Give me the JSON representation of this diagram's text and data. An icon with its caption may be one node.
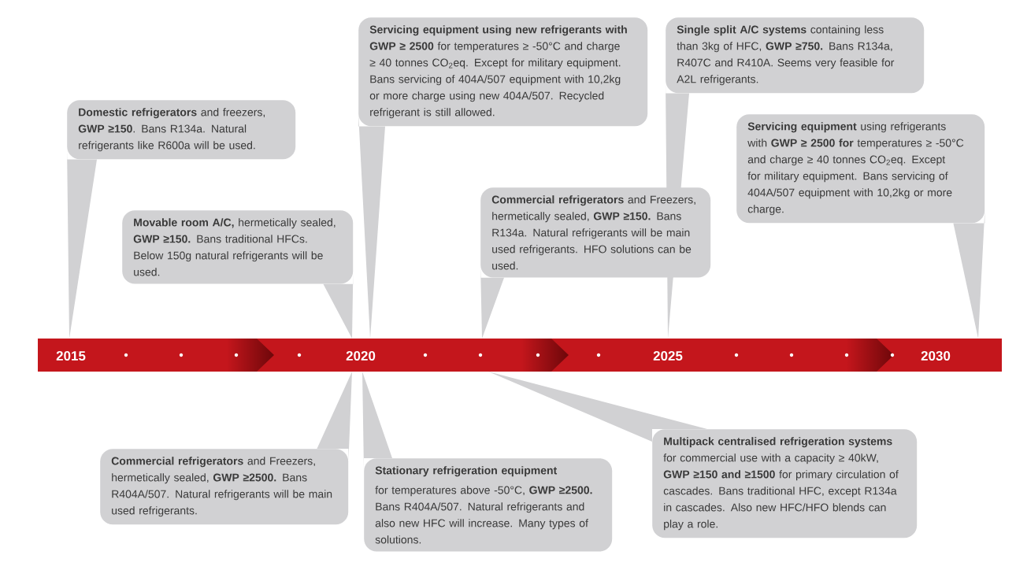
{
  "diagram": {
    "nodes": [
      {
        "text": [
          "**Domestic refrigerators** and freezers, **GWP ≥150**. Bans R134a. Natural refrigerants like R600a will be used."
        ]
      },
      {
        "text": [
          "**Movable room A/C,** hermetically sealed, **GWP ≥150.** Bans traditional HFCs. Below 150g natural refrigerants will be used."
        ]
      },
      {
        "text": [
          "**Servicing equipment using new refrigerants with GWP ≥ 2500** for temperatures ≥ -50°C and charge ≥ 40 tonnes CO$_{2}$eq. Except for military equipment. Bans servicing of 404A/507 equipment with 10,2kg or more charge using new 404A/507. Recycled refrigerant is still allowed."
        ]
      },
      {
        "text": [
          "**Single split A/C systems** containing less than 3kg of HFC, **GWP ≥750.** Bans R134a, R407C and R410A. Seems very feasible for A2L refrigerants."
        ]
      },
      {
        "text": [
          "**Commercial refrigerators** and Freezers, hermetically sealed, **GWP ≥150.** Bans R134a. Natural refrigerants will be main used refrigerants. HFO solutions can be used."
        ]
      },
      {
        "text": [
          "**Servicing equipment** using refrigerants with **GWP ≥ 2500 for** temperatures ≥ -50°C and charge ≥ 40 tonnes CO$_{2}$eq. Except for military equipment. Bans servicing of 404A/507 equipment with 10,2kg or more charge."
        ]
      },
      {
        "text": [
          "**Commercial refrigerators** and Freezers, hermetically sealed, **GWP ≥2500.** Bans R404A/507. Natural refrigerants will be main used refrigerants."
        ]
      },
      {
        "text": [
          "**Stationary refrigeration equipment**",
          "for temperatures above -50°C, **GWP ≥2500.** Bans R404A/507. Natural refrigerants and also new HFC will increase. Many types of solutions."
        ]
      },
      {
        "text": [
          "**Multipack centralised refrigeration systems** for commercial use with a capacity ≥ 40kW, **GWP ≥150 and ≥1500** for primary circulation of cascades. Bans traditional HFC, except R134a in cascades. Also new HFC/HFO blends can play a role."
        ]
      }
    ],
    "labels": [
      "2015",
      "2020",
      "2025",
      "2030"
    ]
  }
}
